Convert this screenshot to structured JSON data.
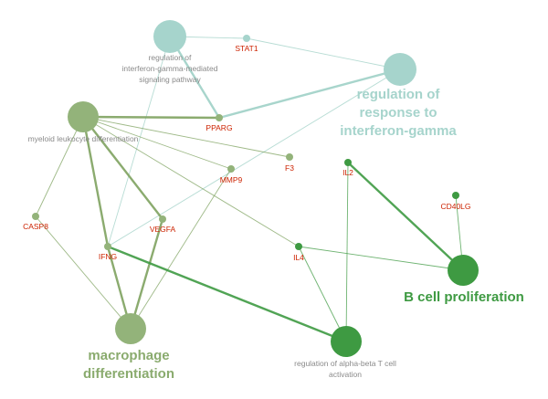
{
  "colors": {
    "teal_node": "#a6d4cc",
    "teal_text": "#a6d4cc",
    "olive_node": "#93b37a",
    "olive_text": "#8aab6e",
    "green_node": "#3e9a42",
    "green_text": "#3e9a42",
    "gene_text": "#cc2200",
    "term_text": "#8a8a8a"
  },
  "terms": {
    "reg_ifng_pathway": {
      "lines": [
        "regulation of",
        "interferon-gamma-mediated",
        "signaling pathway"
      ],
      "style": "small",
      "group": "teal"
    },
    "reg_response_ifng": {
      "lines": [
        "regulation of",
        "response to",
        "interferon-gamma"
      ],
      "style": "big",
      "group": "teal"
    },
    "myeloid_diff": {
      "lines": [
        "myeloid leukocyte differentiation"
      ],
      "style": "small",
      "group": "olive"
    },
    "macrophage_diff": {
      "lines": [
        "macrophage",
        "differentiation"
      ],
      "style": "big",
      "group": "olive"
    },
    "b_cell_prolif": {
      "lines": [
        "B cell proliferation"
      ],
      "style": "big",
      "group": "green"
    },
    "reg_ab_t_cell": {
      "lines": [
        "regulation of alpha-beta T cell",
        "activation"
      ],
      "style": "small",
      "group": "green"
    }
  },
  "genes": {
    "STAT1": {
      "label": "STAT1",
      "group": "teal"
    },
    "PPARG": {
      "label": "PPARG",
      "group": "olive"
    },
    "F3": {
      "label": "F3",
      "group": "olive"
    },
    "MMP9": {
      "label": "MMP9",
      "group": "olive"
    },
    "CASP8": {
      "label": "CASP8",
      "group": "olive"
    },
    "VEGFA": {
      "label": "VEGFA",
      "group": "olive"
    },
    "IFNG": {
      "label": "IFNG",
      "group": "olive"
    },
    "IL2": {
      "label": "IL2",
      "group": "green"
    },
    "IL4": {
      "label": "IL4",
      "group": "green"
    },
    "CD40LG": {
      "label": "CD40LG",
      "group": "green"
    }
  },
  "edges": [
    {
      "from": "reg_ifng_pathway",
      "to": "STAT1",
      "group": "teal",
      "weight": "thin"
    },
    {
      "from": "reg_ifng_pathway",
      "to": "PPARG",
      "group": "teal",
      "weight": "thick"
    },
    {
      "from": "reg_ifng_pathway",
      "to": "IFNG",
      "group": "teal",
      "weight": "thin"
    },
    {
      "from": "reg_response_ifng",
      "to": "STAT1",
      "group": "teal",
      "weight": "thin"
    },
    {
      "from": "reg_response_ifng",
      "to": "PPARG",
      "group": "teal",
      "weight": "thick"
    },
    {
      "from": "reg_response_ifng",
      "to": "IFNG",
      "group": "teal",
      "weight": "thin"
    },
    {
      "from": "myeloid_diff",
      "to": "PPARG",
      "group": "olive",
      "weight": "thick"
    },
    {
      "from": "myeloid_diff",
      "to": "F3",
      "group": "olive",
      "weight": "thin"
    },
    {
      "from": "myeloid_diff",
      "to": "MMP9",
      "group": "olive",
      "weight": "thin"
    },
    {
      "from": "myeloid_diff",
      "to": "IL4",
      "group": "olive",
      "weight": "thin"
    },
    {
      "from": "myeloid_diff",
      "to": "VEGFA",
      "group": "olive",
      "weight": "thick"
    },
    {
      "from": "myeloid_diff",
      "to": "IFNG",
      "group": "olive",
      "weight": "thick"
    },
    {
      "from": "myeloid_diff",
      "to": "CASP8",
      "group": "olive",
      "weight": "thin"
    },
    {
      "from": "macrophage_diff",
      "to": "CASP8",
      "group": "olive",
      "weight": "thin"
    },
    {
      "from": "macrophage_diff",
      "to": "IFNG",
      "group": "olive",
      "weight": "thick"
    },
    {
      "from": "macrophage_diff",
      "to": "VEGFA",
      "group": "olive",
      "weight": "thick"
    },
    {
      "from": "macrophage_diff",
      "to": "MMP9",
      "group": "olive",
      "weight": "thin"
    },
    {
      "from": "b_cell_prolif",
      "to": "IL2",
      "group": "green",
      "weight": "thick"
    },
    {
      "from": "b_cell_prolif",
      "to": "CD40LG",
      "group": "green",
      "weight": "thin"
    },
    {
      "from": "b_cell_prolif",
      "to": "IL4",
      "group": "green",
      "weight": "thin"
    },
    {
      "from": "reg_ab_t_cell",
      "to": "IL2",
      "group": "green",
      "weight": "thin"
    },
    {
      "from": "reg_ab_t_cell",
      "to": "IL4",
      "group": "green",
      "weight": "thin"
    },
    {
      "from": "reg_ab_t_cell",
      "to": "IFNG",
      "group": "green",
      "weight": "thick"
    }
  ]
}
